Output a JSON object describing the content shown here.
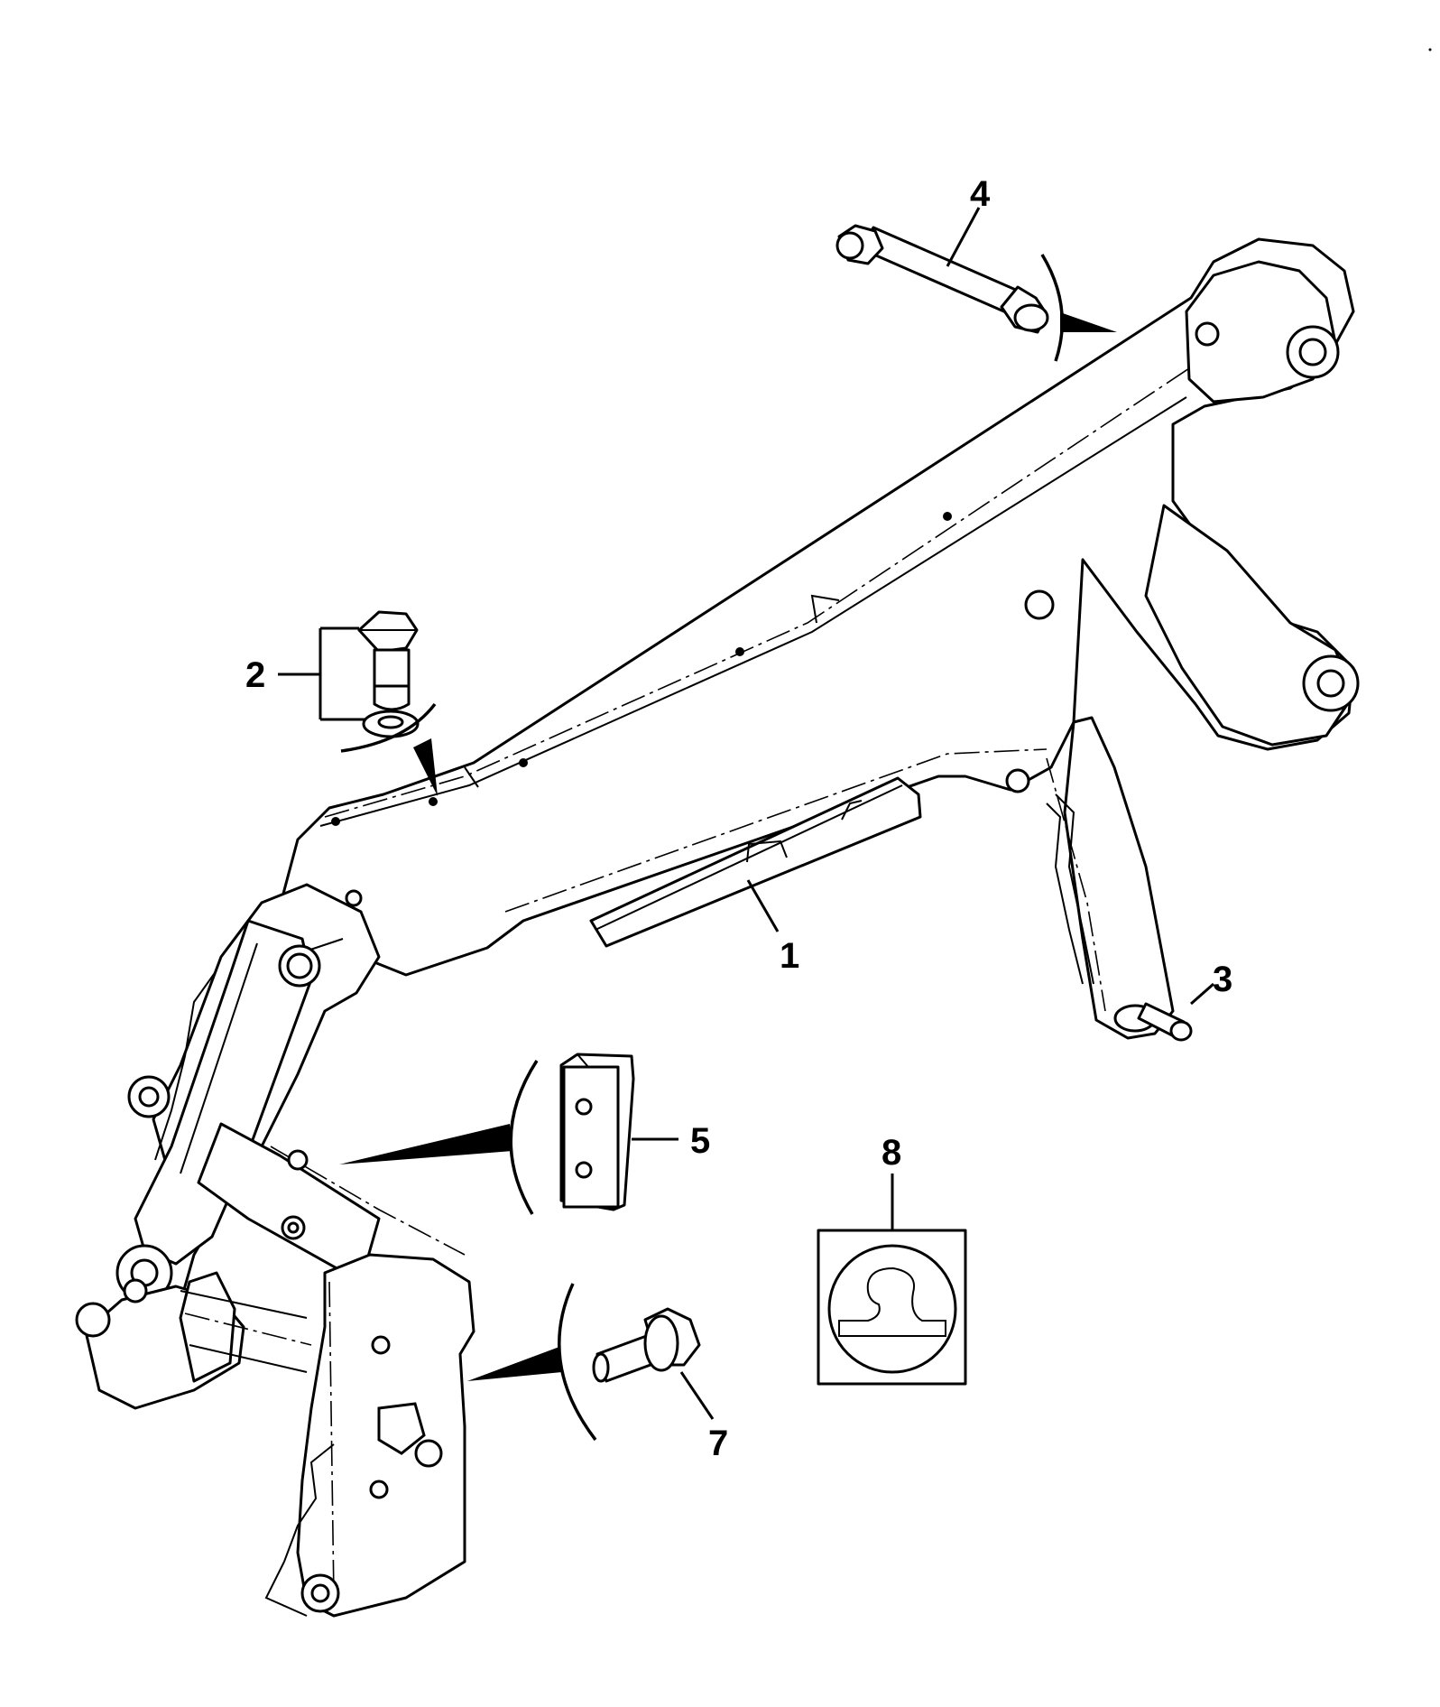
{
  "callouts": {
    "c1": "1",
    "c2": "2",
    "c3": "3",
    "c4": "4",
    "c5": "5",
    "c7": "7",
    "c8": "8"
  }
}
